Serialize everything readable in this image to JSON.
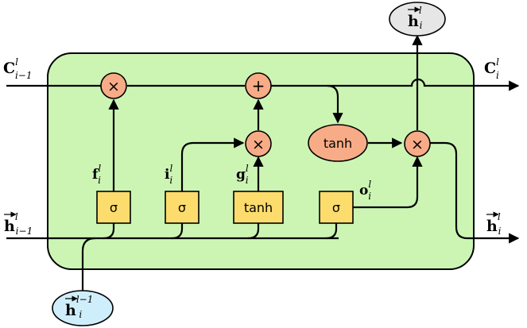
{
  "colors": {
    "cell_fill": "#ccf5b4",
    "gate_fill": "#fcdc6c",
    "op_fill": "#f8ab87",
    "input_fill": "#cfeefc",
    "output_fill": "#e6e6e6"
  },
  "external": {
    "cell_in": {
      "base": "C",
      "sup": "l",
      "sub": "i−1"
    },
    "cell_out": {
      "base": "C",
      "sup": "l",
      "sub": "i"
    },
    "hidden_in": {
      "base": "h",
      "sup": "l",
      "sub": "i−1"
    },
    "hidden_out": {
      "base": "h",
      "sup": "l",
      "sub": "i"
    },
    "top_out": {
      "base": "h",
      "sup": "l",
      "sub": "i"
    },
    "bottom_in": {
      "base": "h",
      "sup": "l−1",
      "sub": "i"
    }
  },
  "gates": {
    "forget": {
      "text": "σ",
      "label": {
        "base": "f",
        "sup": "l",
        "sub": "i"
      }
    },
    "input": {
      "text": "σ",
      "label": {
        "base": "i",
        "sup": "l",
        "sub": "i"
      }
    },
    "candidate": {
      "text": "tanh",
      "label": {
        "base": "g",
        "sup": "l",
        "sub": "i"
      }
    },
    "output": {
      "text": "σ",
      "label": {
        "base": "o",
        "sup": "l",
        "sub": "i"
      }
    }
  },
  "ops": {
    "forget_mult": "×",
    "add": "+",
    "input_mult": "×",
    "output_mult": "×",
    "tanh": "tanh"
  }
}
